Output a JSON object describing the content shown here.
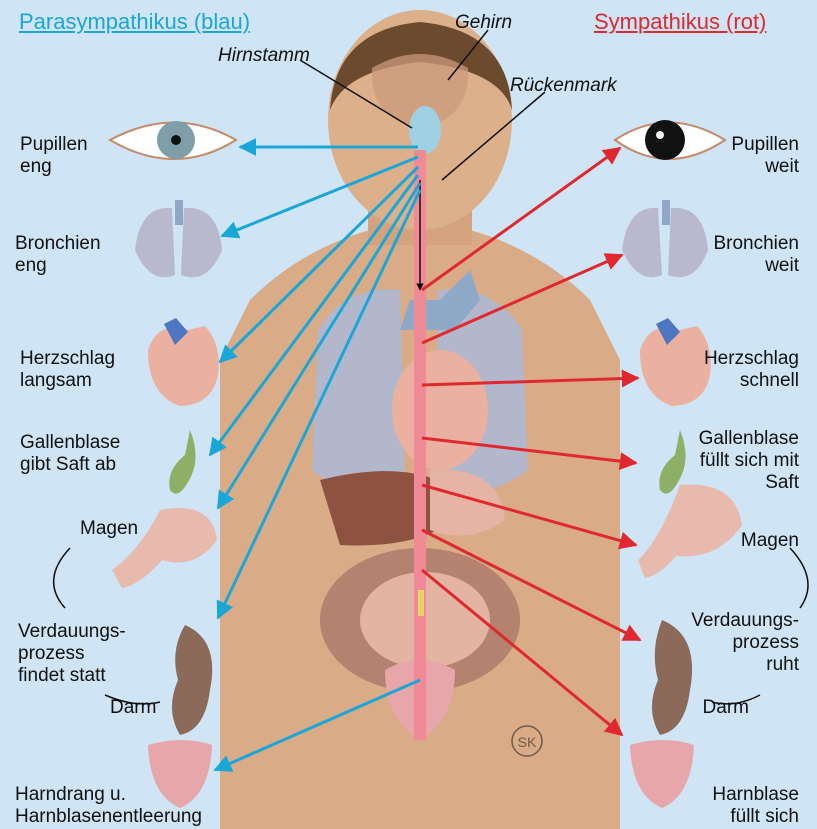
{
  "header": {
    "parasympathetic": "Parasympathikus (blau)",
    "sympathetic": "Sympathikus (rot)",
    "parasympathetic_color": "#1aa7d8",
    "sympathetic_color": "#e0282f"
  },
  "center_labels": {
    "brain": "Gehirn",
    "brainstem": "Hirnstamm",
    "spinal_cord": "Rückenmark"
  },
  "left_labels": {
    "pupils": "Pupillen\neng",
    "bronchi": "Bronchien\neng",
    "heartbeat": "Herzschlag\nlangsam",
    "gallbladder": "Gallenblase\ngibt Saft ab",
    "stomach": "Magen",
    "digestion": "Verdauungs-\nprozess\nfindet statt",
    "intestine": "Darm",
    "bladder": "Harndrang u.\nHarnblasenentleerung"
  },
  "right_labels": {
    "pupils": "Pupillen\nweit",
    "bronchi": "Bronchien\nweit",
    "heartbeat": "Herzschlag\nschnell",
    "gallbladder": "Gallenblase\nfüllt sich mit\nSaft",
    "stomach": "Magen",
    "digestion": "Verdauungs-\nprozess\nruht",
    "intestine": "Darm",
    "bladder": "Harnblase\nfüllt sich"
  },
  "signature": "SK"
}
